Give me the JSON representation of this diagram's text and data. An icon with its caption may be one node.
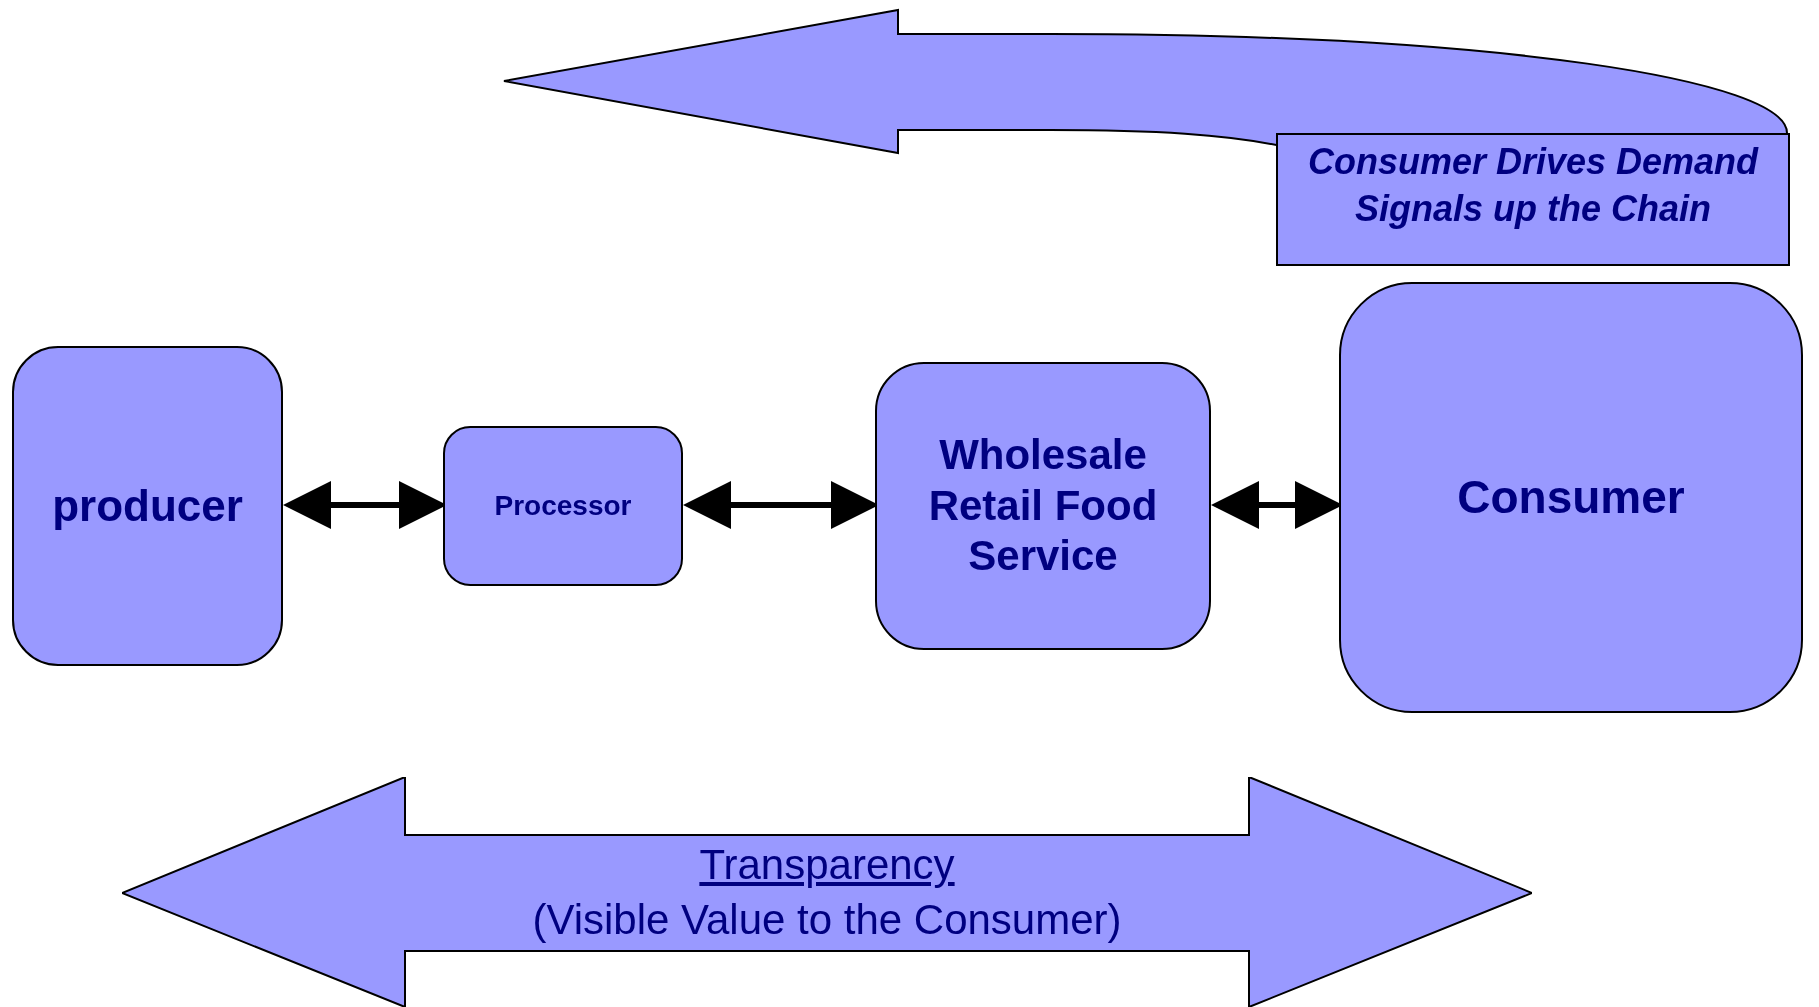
{
  "diagram": {
    "nodes": [
      {
        "text": [
          "producer"
        ]
      },
      {
        "text": [
          "Processor"
        ]
      },
      {
        "text": [
          "Wholesale Retail Food Service"
        ]
      },
      {
        "text": [
          "Consumer"
        ]
      },
      {
        "text": [
          "Consumer Drives Demand Signals up the Chain"
        ]
      },
      {
        "text": [
          "Transparency",
          "(Visible Value to the Consumer)"
        ]
      }
    ],
    "edges": [
      {
        "from": 0,
        "to": 1,
        "arrow": "both"
      },
      {
        "from": 1,
        "to": 2,
        "arrow": "both"
      },
      {
        "from": 2,
        "to": 3,
        "arrow": "both"
      }
    ]
  }
}
